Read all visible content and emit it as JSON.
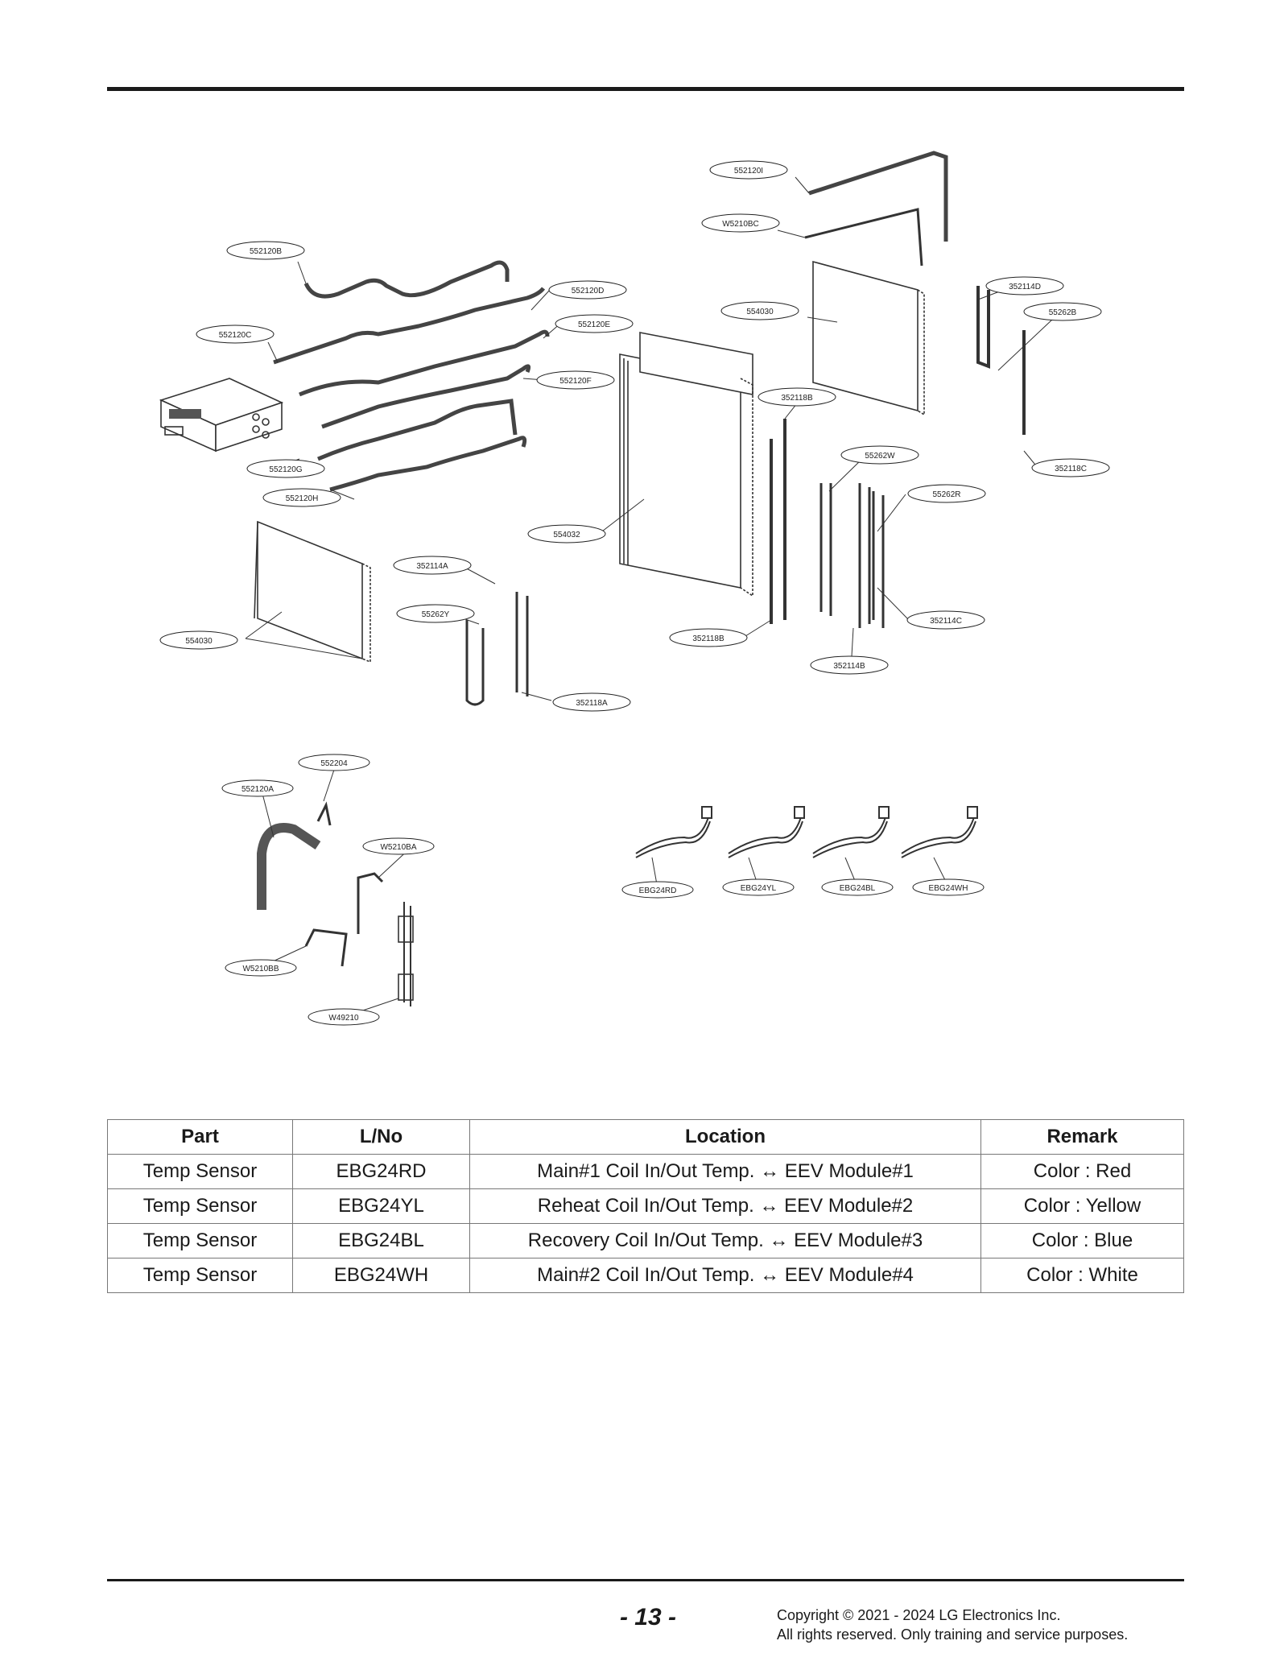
{
  "diagram": {
    "callouts": {
      "c552120I": "552120I",
      "cW5210BC": "W5210BC",
      "c552120B": "552120B",
      "c552120D": "552120D",
      "c554030a": "554030",
      "c352114D": "352114D",
      "c55262B": "55262B",
      "c552120E": "552120E",
      "c552120C": "552120C",
      "c552120F": "552120F",
      "c352118Ba": "352118B",
      "c55262W": "55262W",
      "c352118C": "352118C",
      "c552120G": "552120G",
      "c55262R": "55262R",
      "c552120H": "552120H",
      "c554032": "554032",
      "c352114A": "352114A",
      "c55262Y": "55262Y",
      "c352114C": "352114C",
      "c554030b": "554030",
      "c352118Bb": "352118B",
      "c352114B": "352114B",
      "c352118A": "352118A",
      "c552204": "552204",
      "c552120A": "552120A",
      "cW5210BA": "W5210BA",
      "cEBG24RD": "EBG24RD",
      "cEBG24YL": "EBG24YL",
      "cEBG24BL": "EBG24BL",
      "cEBG24WH": "EBG24WH",
      "cW5210BB": "W5210BB",
      "cW49210": "W49210"
    }
  },
  "table": {
    "headers": [
      "Part",
      "L/No",
      "Location",
      "Remark"
    ],
    "rows": [
      [
        "Temp Sensor",
        "EBG24RD",
        "Main#1 Coil In/Out Temp. ↔ EEV Module#1",
        "Color : Red"
      ],
      [
        "Temp Sensor",
        "EBG24YL",
        "Reheat Coil In/Out Temp. ↔ EEV Module#2",
        "Color : Yellow"
      ],
      [
        "Temp Sensor",
        "EBG24BL",
        "Recovery Coil In/Out Temp. ↔ EEV Module#3",
        "Color : Blue"
      ],
      [
        "Temp Sensor",
        "EBG24WH",
        "Main#2 Coil In/Out Temp. ↔ EEV Module#4",
        "Color : White"
      ]
    ]
  },
  "footer": {
    "page_number": "- 13 -",
    "copyright_line1": "Copyright © 2021 - 2024 LG Electronics Inc.",
    "copyright_line2": "All rights reserved. Only training and service purposes."
  }
}
